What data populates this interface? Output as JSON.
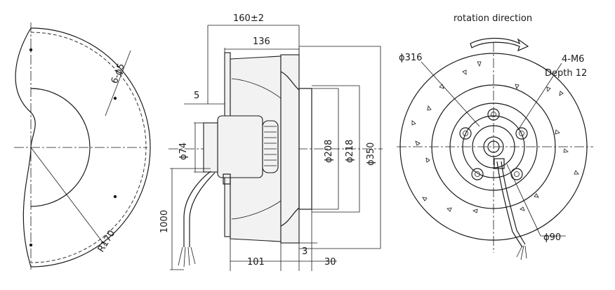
{
  "title": "rotation direction",
  "left_view": {
    "labels": {
      "holes": "6-ϕ5",
      "radius": "R170"
    }
  },
  "side_view": {
    "labels": {
      "overall": "160±2",
      "body": "136",
      "flange": "5",
      "motor_dia": "ϕ74",
      "cable": "1000",
      "d208": "ϕ208",
      "d218": "ϕ218",
      "d350": "ϕ350",
      "depth": "101",
      "gap": "3",
      "plate": "30"
    }
  },
  "front_view": {
    "labels": {
      "d316": "ϕ316",
      "screws": "4-M6",
      "screw_depth": "Depth 12",
      "d90": "ϕ90"
    }
  }
}
